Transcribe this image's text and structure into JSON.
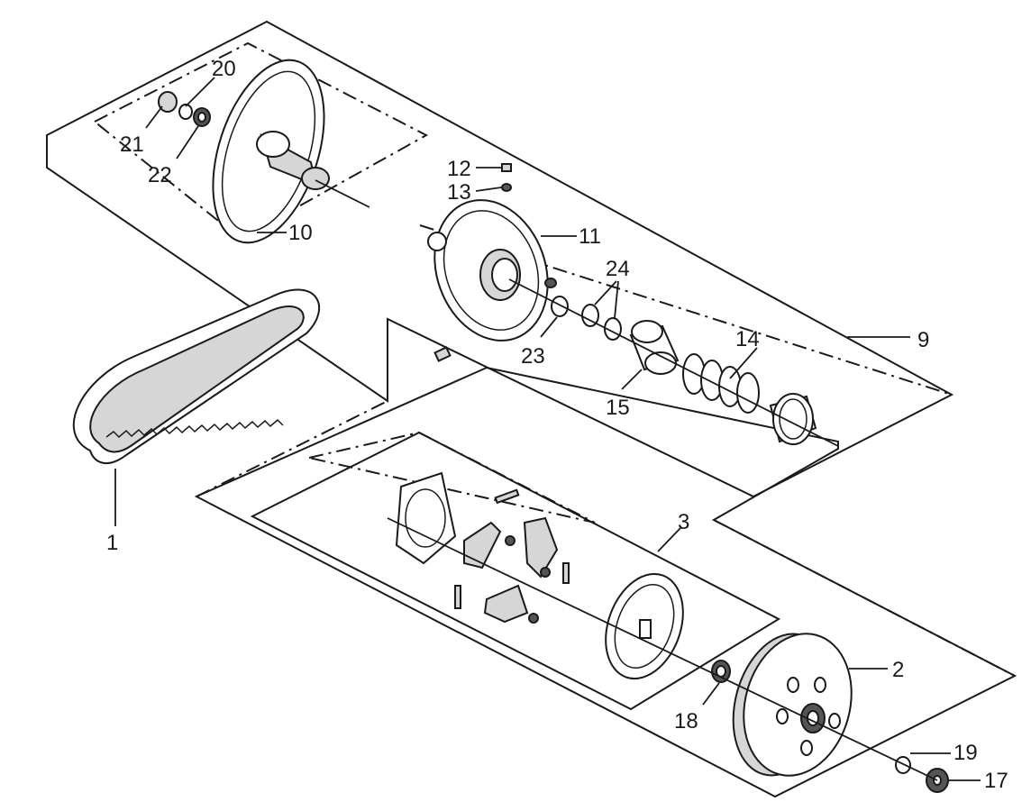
{
  "callouts": [
    {
      "id": "1",
      "label": "1"
    },
    {
      "id": "2",
      "label": "2"
    },
    {
      "id": "3",
      "label": "3"
    },
    {
      "id": "9",
      "label": "9"
    },
    {
      "id": "10",
      "label": "10"
    },
    {
      "id": "11",
      "label": "11"
    },
    {
      "id": "12",
      "label": "12"
    },
    {
      "id": "13",
      "label": "13"
    },
    {
      "id": "14",
      "label": "14"
    },
    {
      "id": "15",
      "label": "15"
    },
    {
      "id": "17",
      "label": "17"
    },
    {
      "id": "18",
      "label": "18"
    },
    {
      "id": "19",
      "label": "19"
    },
    {
      "id": "20",
      "label": "20"
    },
    {
      "id": "21",
      "label": "21"
    },
    {
      "id": "22",
      "label": "22"
    },
    {
      "id": "23",
      "label": "23"
    },
    {
      "id": "24",
      "label": "24"
    }
  ]
}
